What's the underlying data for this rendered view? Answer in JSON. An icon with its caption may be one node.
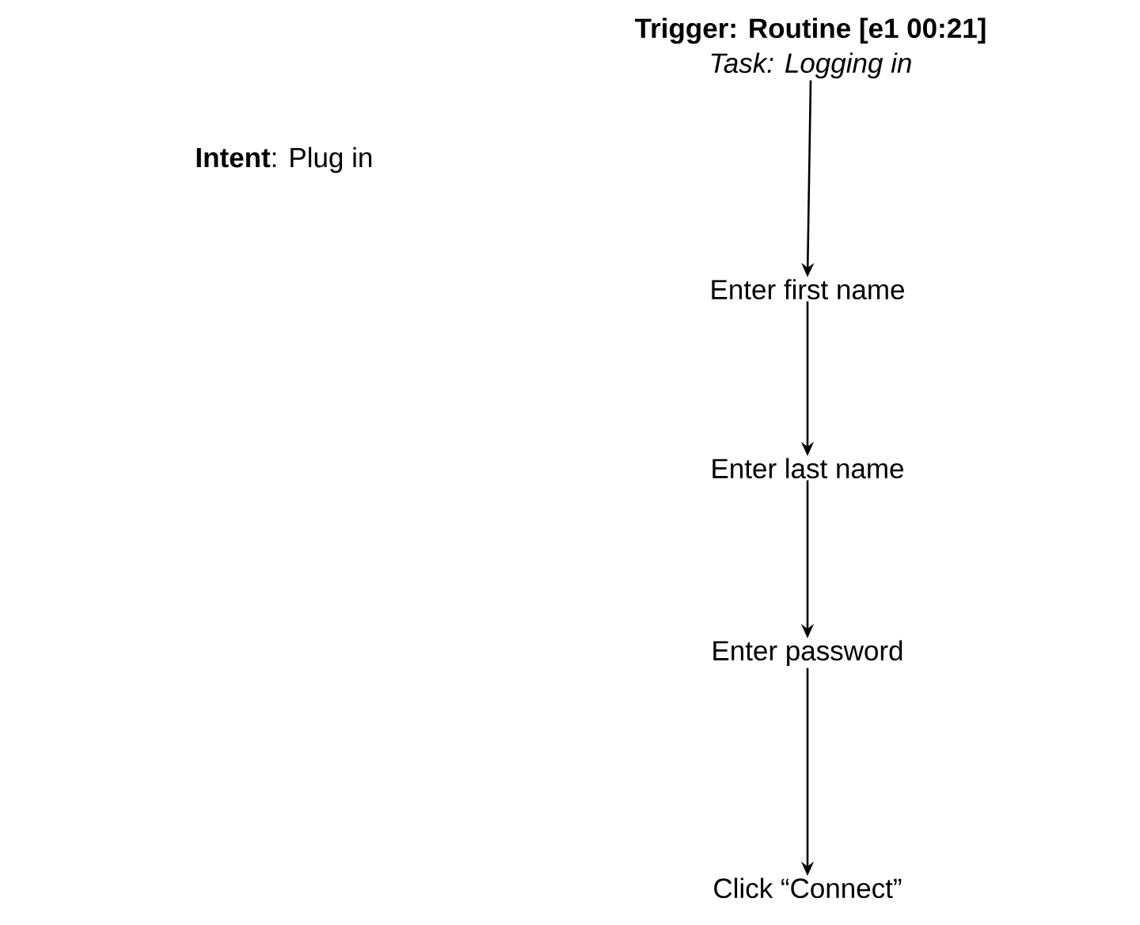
{
  "diagram": {
    "nodes": [
      {
        "text": [
          "Trigger: Routine [e1 00:21]",
          "Task: Logging in"
        ]
      },
      {
        "text": [
          "Enter first name"
        ]
      },
      {
        "text": [
          "Enter last name"
        ]
      },
      {
        "text": [
          "Enter password"
        ]
      },
      {
        "text": [
          "Click “Connect”"
        ]
      }
    ],
    "edges": [
      {
        "from": 0,
        "to": 1,
        "arrow": "to"
      },
      {
        "from": 1,
        "to": 2,
        "arrow": "to"
      },
      {
        "from": 2,
        "to": 3,
        "arrow": "to"
      },
      {
        "from": 3,
        "to": 4,
        "arrow": "to"
      }
    ],
    "labels": [
      "**Intent**: Plug in"
    ]
  }
}
